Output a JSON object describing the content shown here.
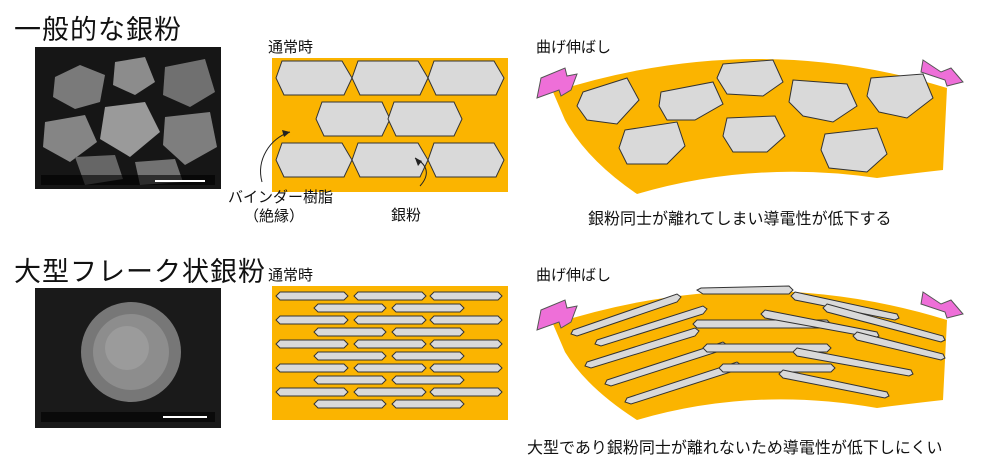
{
  "section1": {
    "title": "一般的な銀粉",
    "normal_label": "通常時",
    "bend_label": "曲げ伸ばし",
    "binder_label_line1": "バインダー樹脂",
    "binder_label_line2": "（絶縁）",
    "silver_label": "銀粉",
    "bend_caption": "銀粉同士が離れてしまい導電性が低下する"
  },
  "section2": {
    "title": "大型フレーク状銀粉",
    "normal_label": "通常時",
    "bend_label": "曲げ伸ばし",
    "bend_caption": "大型であり銀粉同士が離れないため導電性が低下しにくい"
  },
  "colors": {
    "binder": "#FBB400",
    "particle": "#D9D9D9",
    "arrow": "#EE6FD8"
  }
}
